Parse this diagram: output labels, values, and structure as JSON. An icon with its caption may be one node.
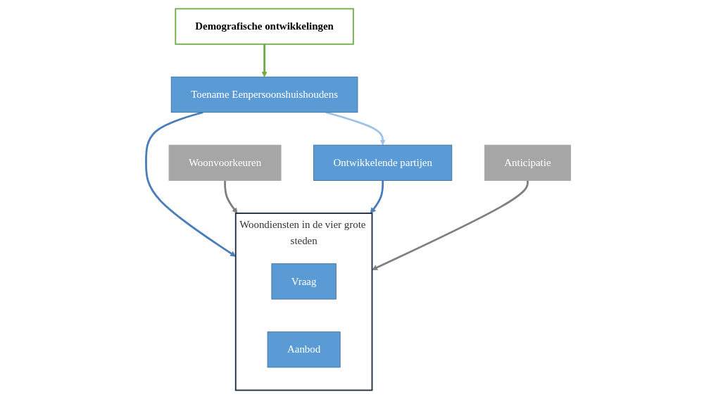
{
  "diagram": {
    "nodes": [
      {
        "text": [
          "Demografische ontwikkelingen"
        ]
      },
      {
        "text": [
          "Toename Eenpersoonshuishoudens"
        ]
      },
      {
        "text": [
          "Woonvoorkeuren"
        ]
      },
      {
        "text": [
          "Woondiensten in de vier grote steden"
        ]
      },
      {
        "text": [
          "Vraag"
        ],
        "in": 3
      },
      {
        "text": [
          "Aanbod"
        ],
        "in": 3
      },
      {
        "text": [
          "Anticipatie"
        ]
      },
      {
        "text": [
          "Ontwikkelende partijen"
        ]
      }
    ],
    "edges": [
      {
        "from": 0,
        "to": 1,
        "arrow": "to",
        "color": "#70ad47"
      },
      {
        "from": 1,
        "to": 3,
        "arrow": "to"
      },
      {
        "from": 2,
        "to": 3,
        "arrow": "to",
        "color": "#7f7f7f"
      },
      {
        "from": 7,
        "to": 3,
        "arrow": "to"
      },
      {
        "from": 6,
        "to": 3,
        "arrow": "to",
        "color": "#7f7f7f"
      },
      {
        "from": 1,
        "to": 7,
        "arrow": "to",
        "color": "#9dc3e6"
      }
    ]
  }
}
